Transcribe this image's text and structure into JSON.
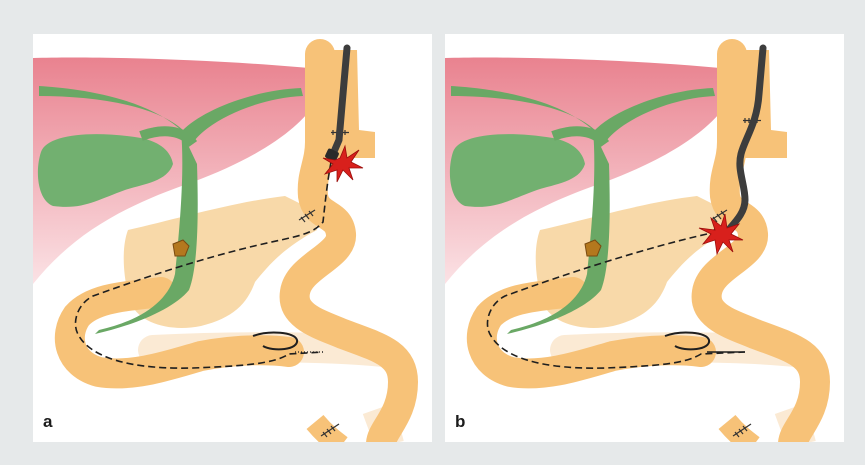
{
  "figure": {
    "panels": [
      {
        "id": "a",
        "label": "a"
      },
      {
        "id": "b",
        "label": "b"
      }
    ]
  },
  "colors": {
    "background": "#e6e9ea",
    "panel": "#ffffff",
    "liver": "#e9828f",
    "bile_duct": "#6aa865",
    "gallbladder": "#72b070",
    "pancreas": "#f8d9a9",
    "bowel": "#f7c278",
    "bowel_pale": "#fbead4",
    "scope": "#3d3d3d",
    "stone": "#b4781e",
    "perforation": "#d8201c"
  }
}
